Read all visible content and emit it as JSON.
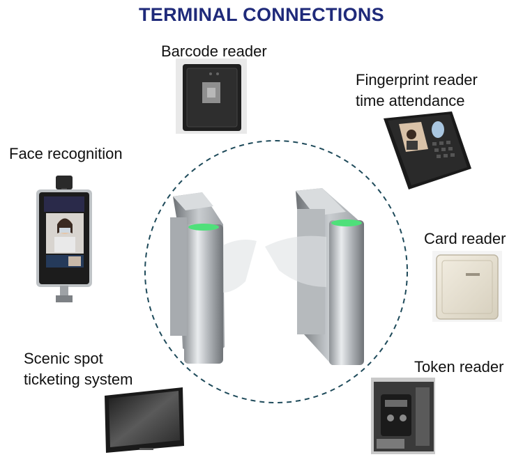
{
  "title": "TERMINAL CONNECTIONS",
  "colors": {
    "title": "#1f2a7a",
    "ring": "#1e4a5a",
    "led": "#4fe07a"
  },
  "devices": {
    "barcode_reader": {
      "label": "Barcode reader",
      "icon": "barcode-reader-icon"
    },
    "fingerprint_reader": {
      "line1": "Fingerprint reader",
      "line2": "time attendance",
      "icon": "fingerprint-terminal-icon"
    },
    "face_recognition": {
      "label": "Face recognition",
      "icon": "face-recognition-terminal-icon"
    },
    "card_reader": {
      "label": "Card reader",
      "icon": "card-reader-icon"
    },
    "scenic_ticketing": {
      "line1": "Scenic spot",
      "line2": "ticketing system",
      "icon": "monitor-icon"
    },
    "token_reader": {
      "label": "Token reader",
      "icon": "token-reader-icon"
    }
  },
  "center": {
    "icon": "turnstile-gates-icon"
  }
}
